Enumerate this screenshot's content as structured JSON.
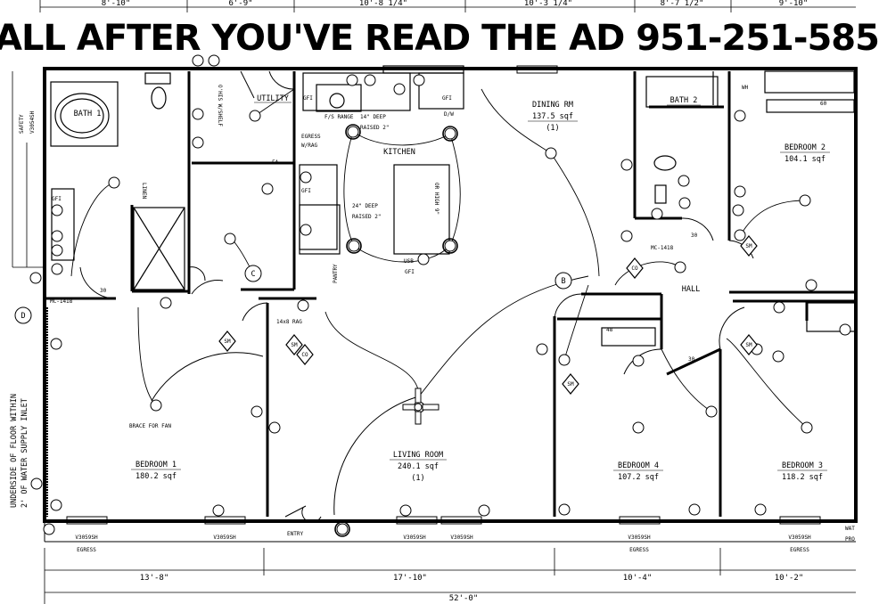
{
  "banner": {
    "text": "ALL AFTER YOU'VE READ THE AD 951-251-585"
  },
  "top_dimensions": [
    "8'-10\"",
    "6'-9\"",
    "10'-8 1/4\"",
    "10'-3 1/4\"",
    "8'-7 1/2\"",
    "9'-10\""
  ],
  "bottom_dimensions": {
    "segments": [
      "13'-8\"",
      "17'-10\"",
      "10'-4\"",
      "10'-2\""
    ],
    "overall": "52'-0\""
  },
  "rooms": {
    "bath1": "BATH 1",
    "utility": "UTILITY",
    "kitchen": "KITCHEN",
    "dining_name": "DINING RM",
    "dining_area": "137.5 sqf",
    "dining_count": "(1)",
    "bath2": "BATH 2",
    "bed2_name": "BEDROOM 2",
    "bed2_area": "104.1 sqf",
    "hall": "HALL",
    "bed1_name": "BEDROOM 1",
    "bed1_area": "180.2 sqf",
    "living_name": "LIVING ROOM",
    "living_area": "240.1 sqf",
    "living_count": "(1)",
    "bed4_name": "BEDROOM 4",
    "bed4_area": "107.2 sqf",
    "bed3_name": "BEDROOM 3",
    "bed3_area": "118.2 sqf"
  },
  "notes": {
    "deep14_a": "14\" DEEP",
    "deep14_b": "RAISED 2\"",
    "deep24_a": "24\" DEEP",
    "deep24_b": "RAISED 2\"",
    "egress_a": "EGRESS",
    "egress_b": "W/RAG",
    "fs_range": "F/S RANGE",
    "dw": "D/W",
    "shelf": "O'HIS W/SHELF",
    "linen": "LINEN",
    "pantry": "PANTRY",
    "high_ro": "OR HIGH 9\"",
    "fa": "FA",
    "usb": "USB",
    "brace_fan": "BRACE FOR FAN",
    "entry": "ENTRY",
    "underside_a": "UNDERSIDE OF FLOOR WITHIN",
    "underside_b": "2' OF WATER SUPPLY INLET",
    "safety": "SAFETY",
    "v3054": "V3054SH",
    "rag": "14x8 RAG",
    "mc_left": "MC-1418",
    "mc_right": "MC-1418",
    "wh": "WH",
    "water": "WAT",
    "pro": "PRO",
    "gfi": "GFI",
    "egress_small": "EGRESS",
    "window_label": "V3059SH",
    "deg30": "30",
    "w48": "48",
    "w60": "60"
  },
  "symbols": {
    "sm": "SM",
    "co": "CO",
    "grid_d": "D",
    "grid_c": "C",
    "grid_b": "B"
  }
}
